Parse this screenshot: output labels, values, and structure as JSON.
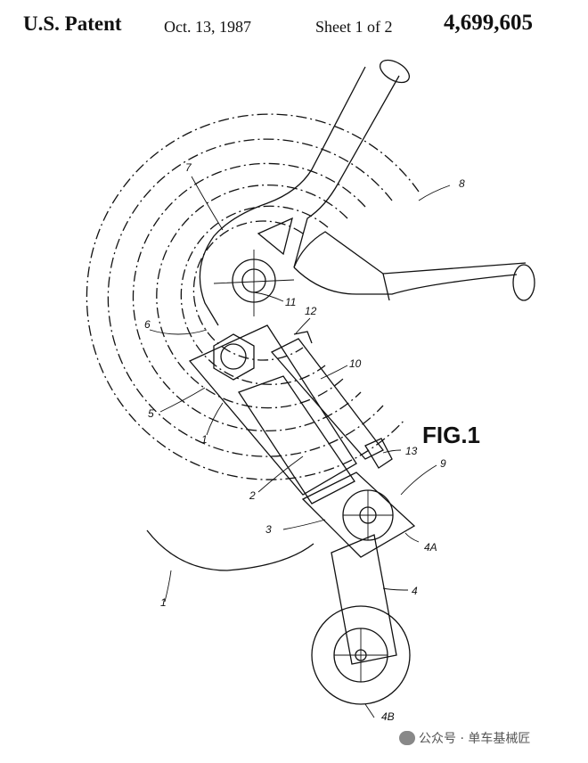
{
  "header": {
    "left": "U.S. Patent",
    "date": "Oct. 13, 1987",
    "sheet": "Sheet 1 of 2",
    "patent_number": "4,699,605"
  },
  "figure": {
    "title": "FIG.1",
    "labels": [
      "7",
      "8",
      "6",
      "11",
      "12",
      "10",
      "5",
      "1",
      "13",
      "9",
      "2",
      "3",
      "4A",
      "4",
      "1",
      "4B"
    ]
  },
  "watermark": "公众号 · 单车基械匠"
}
